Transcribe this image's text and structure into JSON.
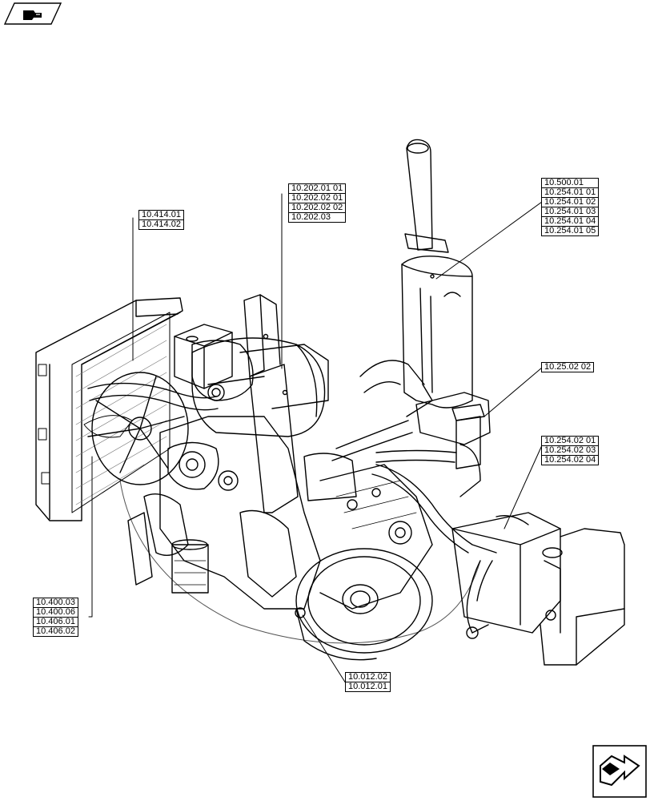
{
  "callouts": {
    "radiator": [
      "10.414.01",
      "10.414.02"
    ],
    "air_intake": [
      "10.202.01 01",
      "10.202.02 01",
      "10.202.02 02",
      "10.202.03"
    ],
    "exhaust": [
      "10.500.01",
      "10.254.01 01",
      "10.254.01 02",
      "10.254.01 03",
      "10.254.01 04",
      "10.254.01 05"
    ],
    "reservoir": [
      "10.25.02 02"
    ],
    "def_tank": [
      "10.254.02 01",
      "10.254.02 03",
      "10.254.02 04"
    ],
    "cooling": [
      "10.400.03",
      "10.400.06",
      "10.406.01",
      "10.406.02"
    ],
    "flywheel": [
      "10.012.02",
      "10.012.01"
    ]
  },
  "icons": {
    "top_left": "previous-page-hand-icon",
    "bottom_right": "next-page-hand-icon"
  }
}
